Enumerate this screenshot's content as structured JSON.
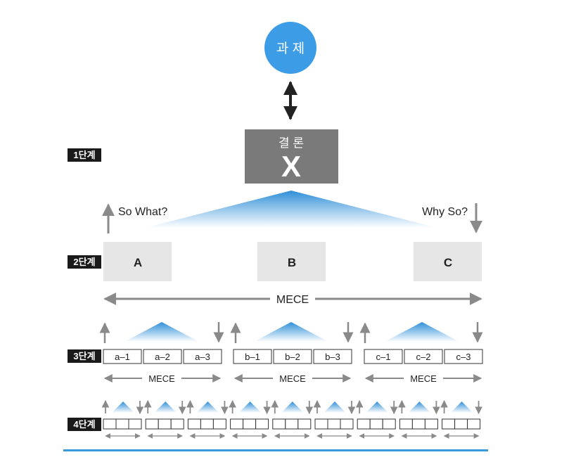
{
  "task": {
    "label": "과 제"
  },
  "conclusion": {
    "label": "결 론",
    "symbol": "X"
  },
  "levels": [
    {
      "label": "1단계"
    },
    {
      "label": "2단계"
    },
    {
      "label": "3단계"
    },
    {
      "label": "4단계"
    }
  ],
  "so_what": "So What?",
  "why_so": "Why So?",
  "level2": {
    "items": [
      "A",
      "B",
      "C"
    ],
    "mece": "MECE"
  },
  "level3": {
    "groups": [
      {
        "items": [
          "a–1",
          "a–2",
          "a–3"
        ]
      },
      {
        "items": [
          "b–1",
          "b–2",
          "b–3"
        ]
      },
      {
        "items": [
          "c–1",
          "c–2",
          "c–3"
        ]
      }
    ],
    "mece": "MECE"
  },
  "level4": {
    "groups": 9,
    "boxes_per_group": 3
  },
  "colors": {
    "task_circle": "#3d9ce6",
    "conclusion_box": "#7a7a7a",
    "level_badge": "#1a1a1a",
    "level2_box": "#e6e6e6",
    "arrow_gray": "#8a8a8a",
    "triangle_blue": "#2f8fd8",
    "bottom_rule": "#3a9ad9"
  }
}
